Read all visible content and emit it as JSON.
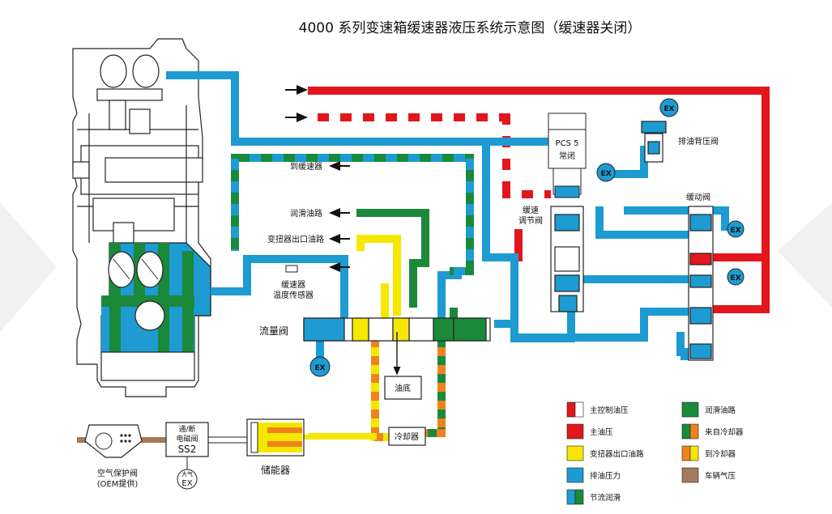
{
  "title": "4000 系列变速箱缓速器液压系统示意图（缓速器关闭）",
  "colors": {
    "red": "#e3161d",
    "blue": "#1d9bd2",
    "green": "#1a8a3a",
    "yellow": "#f5e800",
    "orange": "#f0821e",
    "brown": "#a57a5a",
    "outline": "#222222"
  },
  "labels": {
    "pcs5_line1": "PCS 5",
    "pcs5_line2": "常闭",
    "exhaust_backpressure_valve": "排油背压阀",
    "retarder_reg_valve_1": "缓速",
    "retarder_reg_valve_2": "调节阀",
    "retarder_valve": "缓动阀",
    "to_retarder": "到缓速器",
    "lube_circuit": "润滑油路",
    "converter_out": "变扭器出口油路",
    "temp_sensor_1": "缓速器",
    "temp_sensor_2": "温度传感器",
    "flow_valve": "流量阀",
    "sump": "油底",
    "cooler": "冷却器",
    "accumulator": "储能器",
    "solenoid_1": "通/断",
    "solenoid_2": "电磁阀",
    "solenoid_3": "SS2",
    "atmosphere": "大气",
    "air_protect_1": "空气保护阀",
    "air_protect_2": "(OEM提供)",
    "ex": "EX"
  },
  "legend": [
    {
      "text": "主控制油压",
      "icon": "red-white"
    },
    {
      "text": "润滑油路",
      "icon": "green"
    },
    {
      "text": "主油压",
      "icon": "red"
    },
    {
      "text": "来自冷却器",
      "icon": "green-orange"
    },
    {
      "text": "变扭器出口油路",
      "icon": "yellow"
    },
    {
      "text": "到冷却器",
      "icon": "orange-yellow"
    },
    {
      "text": "排油压力",
      "icon": "blue"
    },
    {
      "text": "车辆气压",
      "icon": "brown"
    },
    {
      "text": "节流润滑",
      "icon": "blue-green"
    }
  ]
}
